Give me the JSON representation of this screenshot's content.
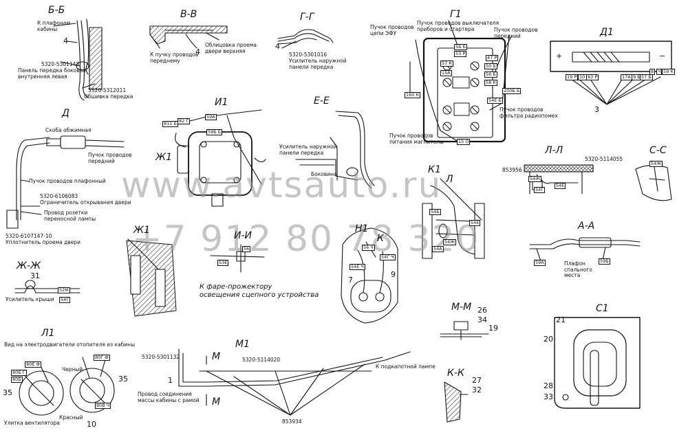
{
  "watermark": {
    "site": "www.avtsauto.ru",
    "phone": "+7 912 80 78 320"
  },
  "sections": {
    "bb": "Б-Б",
    "vv": "В-В",
    "gg": "Г-Г",
    "g1": "Г1",
    "d1": "Д1",
    "d": "Д",
    "i1": "И1",
    "ee": "Е-Е",
    "zh1_left": "Ж1",
    "ll": "Л-Л",
    "ss": "С-С",
    "k1": "К1",
    "l_mark": "Л",
    "zh1": "Ж1",
    "ii": "И-И",
    "n1": "Н1",
    "k_mark": "К",
    "aa": "А-А",
    "zhzh": "Ж-Ж",
    "mm": "М-М",
    "l1": "Л1",
    "m1": "М1",
    "c1": "С1",
    "kk": "К-К",
    "m_mark": "М"
  },
  "labels": {
    "bb_lamps": "К плафонам\nкабины",
    "bb_part1": "5320-5301143",
    "bb_part1_desc": "Панель передка боковая\nвнутренняя левая",
    "bb_part2": "5320-5312011",
    "bb_part2_desc": "Обшивка передка",
    "vv_desc1": "Облицовка проема\nдвери верхняя",
    "vv_desc2": "К пучку проводов\nпереднему",
    "gg_part": "5320-5301016",
    "gg_desc": "Усилитель наружной\nпанели передка",
    "g1_efu": "Пучок проводов\nцепи ЭФУ",
    "g1_switch": "Пучок проводов выключателя\nприборов и стартера",
    "g1_front": "Пучок проводов\nпередний",
    "g1_radio": "Пучок проводов\nфильтра радиопомех",
    "g1_magnet": "Пучок проводов\nпитания магнитолы",
    "d_bracket": "Скоба обжимная",
    "d_front": "Пучок проводов\nпередний",
    "d_ceiling": "Пучок проводов плафонный",
    "d_part1": "5320-6106083",
    "d_part1_desc": "Ограничитель открывания двери",
    "d_socket": "Провод розетки\nпереносной лампы",
    "d_part2": "5320-6107147-10",
    "d_part2_desc": "Уплотнитель проема двери",
    "ee_desc": "Усилитель наружной\nпанели передка",
    "ee_side": "Боковина",
    "ll_part1": "853956",
    "ll_part2": "5320-5114055",
    "aa_lamp": "Плафон\nспального\nместа",
    "ii_headlight": "К фаре-прожектору\nосвещения сцепного устройства",
    "zhzh_desc": "Усилитель крыши",
    "l1_title": "Вид на электродвигатели отопителя из кабины",
    "l1_black": "Черный",
    "l1_red": "Красный",
    "l1_snail": "Улитка вентилятора",
    "m1_part1": "5320-5301132",
    "m1_part2": "5320-5114020",
    "m1_hood": "К подкапотной лампе",
    "m1_ground": "Провод соединения\nмассы кабины с рамой",
    "m1_part3": "853934"
  },
  "numbers": {
    "n4a": "4",
    "n4b": "4",
    "n4c": "4",
    "n3": "3",
    "n7": "7",
    "n9": "9",
    "n31": "31",
    "n26": "26",
    "n34": "34",
    "n19": "19",
    "n21": "21",
    "n20": "20",
    "n28": "28",
    "n33": "33",
    "n27": "27",
    "n32": "32",
    "n35a": "35",
    "n35b": "35",
    "n10": "10",
    "n1": "1"
  },
  "tags": {
    "g1": [
      "5Б Б",
      "53 Р",
      "57 К",
      "47 Р",
      "50 Б",
      "15А",
      "56 Б",
      "58 К",
      "160 К",
      "200Б Б",
      "54Е Б",
      "15 О"
    ],
    "d1": [
      "19 Р",
      "10 Ч",
      "63 Р",
      "17А",
      "9 Б",
      "57 Б",
      "8",
      "Ч",
      "59 К"
    ],
    "i1": [
      "811 Б",
      "82 Г",
      "59А",
      "59Б Б"
    ],
    "ll": [
      "54Ж",
      "54Е",
      "54Г"
    ],
    "k1": [
      "54Б",
      "54Е",
      "54Ж",
      "54А"
    ],
    "ii": [
      "53Е",
      "56"
    ],
    "n1": [
      "54Е Ч",
      "54Г Ч",
      "56 Ч"
    ],
    "aa": [
      "59А",
      "59Б"
    ],
    "zhzh": [
      "52М",
      "54Г"
    ],
    "l1": [
      "80Е Ф",
      "80Б Г",
      "80Б",
      "80Г Ф",
      "80В Ч"
    ],
    "ss": [
      "54Ж"
    ]
  }
}
